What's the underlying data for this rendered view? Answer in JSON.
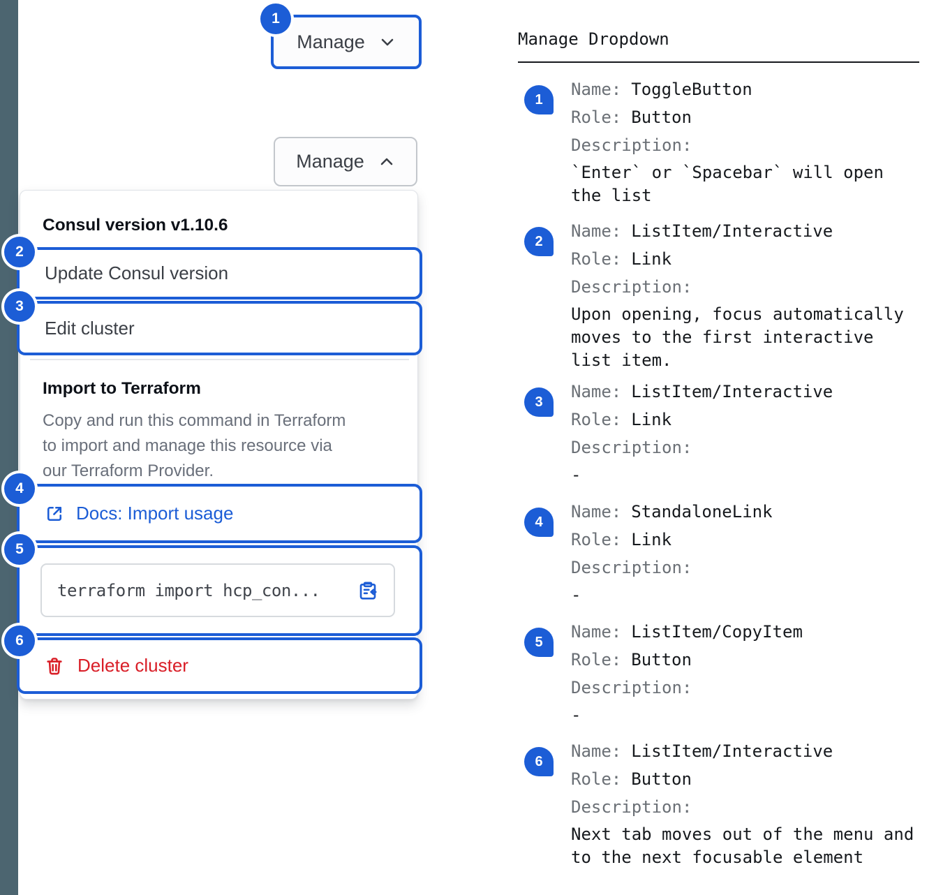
{
  "annotations": [
    "1",
    "2",
    "3",
    "4",
    "5",
    "6"
  ],
  "demo": {
    "toggle_closed_label": "Manage",
    "toggle_open_label": "Manage",
    "menu": {
      "section1_title": "Consul version v1.10.6",
      "update_item": "Update Consul version",
      "edit_item": "Edit cluster",
      "section2_title": "Import to Terraform",
      "section2_desc": "Copy and run this command in Terraform\nto import and manage this resource via\nour Terraform Provider.",
      "docs_link": "Docs: Import usage",
      "code_snippet": "terraform import hcp_con...",
      "delete_item": "Delete cluster"
    }
  },
  "doc": {
    "heading": "Manage Dropdown",
    "labels": {
      "name": "Name:",
      "role": "Role:",
      "description": "Description:"
    },
    "items": [
      {
        "num": "1",
        "name": "ToggleButton",
        "role": "Button",
        "description": "`Enter` or `Spacebar` will open\nthe list"
      },
      {
        "num": "2",
        "name": "ListItem/Interactive",
        "role": "Link",
        "description": "Upon opening, focus automatically\nmoves to the first interactive\nlist item."
      },
      {
        "num": "3",
        "name": "ListItem/Interactive",
        "role": "Link",
        "description": "-"
      },
      {
        "num": "4",
        "name": "StandaloneLink",
        "role": "Link",
        "description": "-"
      },
      {
        "num": "5",
        "name": "ListItem/CopyItem",
        "role": "Button",
        "description": "-"
      },
      {
        "num": "6",
        "name": "ListItem/Interactive",
        "role": "Button",
        "description": "Next tab moves out of the menu and\nto the next focusable element"
      }
    ]
  },
  "colors": {
    "accent": "#1c5dd6",
    "critical": "#d91e27",
    "sidebar_strip": "#4c6570"
  }
}
